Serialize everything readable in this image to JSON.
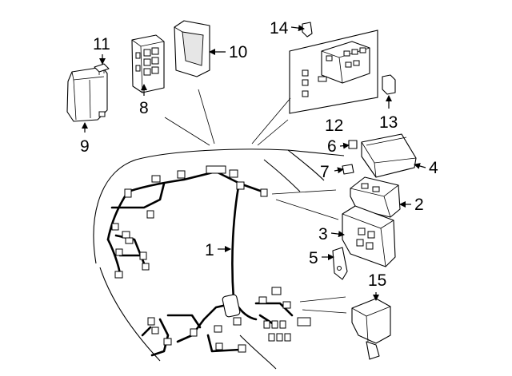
{
  "callouts": {
    "c1": "1",
    "c2": "2",
    "c3": "3",
    "c4": "4",
    "c5": "5",
    "c6": "6",
    "c7": "7",
    "c8": "8",
    "c9": "9",
    "c10": "10",
    "c11": "11",
    "c12": "12",
    "c13": "13",
    "c14": "14",
    "c15": "15"
  },
  "colors": {
    "line": "#000000",
    "background": "#ffffff",
    "shade": "#e6e6e6"
  }
}
